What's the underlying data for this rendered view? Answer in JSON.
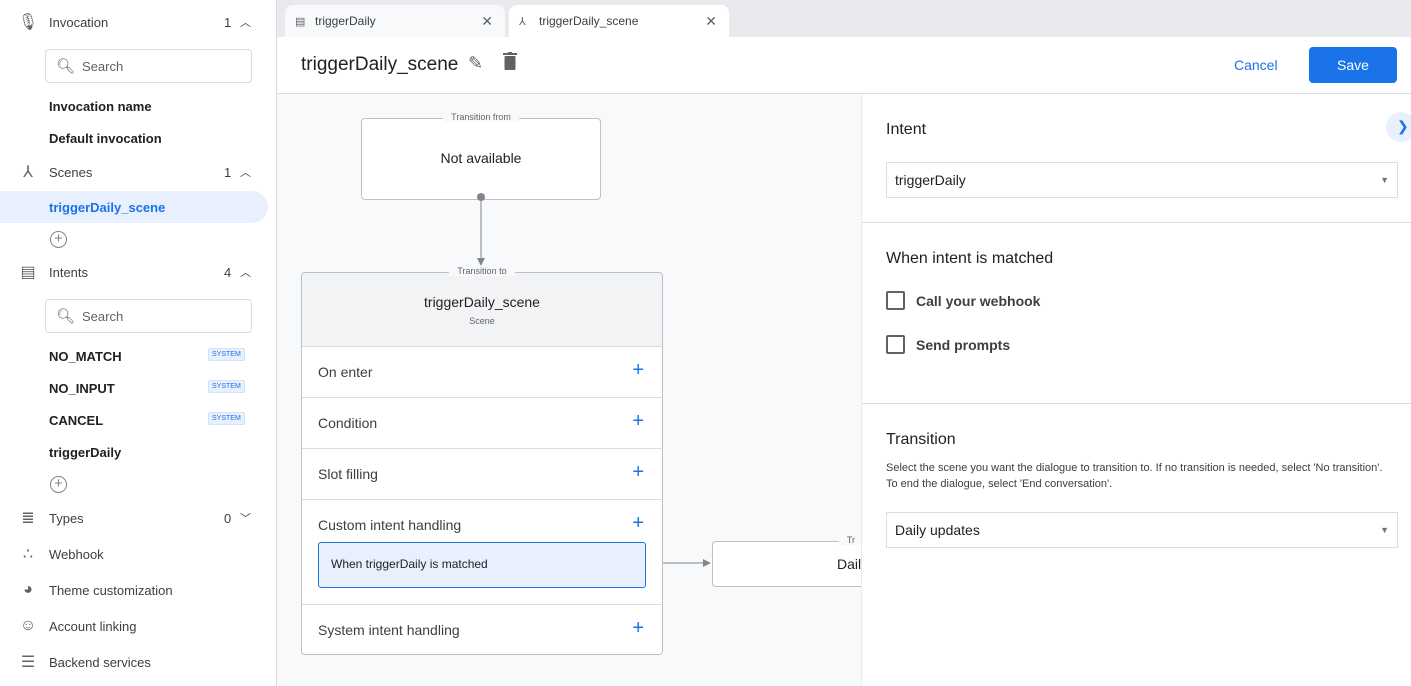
{
  "sidebar": {
    "invocation": {
      "label": "Invocation",
      "count": "1",
      "icon": "microphone-icon",
      "search_placeholder": "Search",
      "items": [
        "Invocation name",
        "Default invocation"
      ]
    },
    "scenes": {
      "label": "Scenes",
      "count": "1",
      "icon": "merge-icon",
      "items": [
        "triggerDaily_scene"
      ],
      "selected": "triggerDaily_scene"
    },
    "intents": {
      "label": "Intents",
      "count": "4",
      "icon": "list-icon",
      "search_placeholder": "Search",
      "items": [
        {
          "label": "NO_MATCH",
          "badge": "SYSTEM"
        },
        {
          "label": "NO_INPUT",
          "badge": "SYSTEM"
        },
        {
          "label": "CANCEL",
          "badge": "SYSTEM"
        },
        {
          "label": "triggerDaily"
        }
      ]
    },
    "types": {
      "label": "Types",
      "count": "0"
    },
    "links": [
      "Webhook",
      "Theme customization",
      "Account linking",
      "Backend services"
    ]
  },
  "tabs": [
    {
      "label": "triggerDaily",
      "icon": "list-icon"
    },
    {
      "label": "triggerDaily_scene",
      "icon": "merge-icon",
      "active": true
    }
  ],
  "header": {
    "title": "triggerDaily_scene",
    "cancel": "Cancel",
    "save": "Save"
  },
  "canvas": {
    "from": {
      "legend": "Transition from",
      "value": "Not available"
    },
    "to": {
      "legend": "Transition to",
      "name": "triggerDaily_scene",
      "type": "Scene"
    },
    "rows": [
      "On enter",
      "Condition",
      "Slot filling",
      "Custom intent handling",
      "System intent handling"
    ],
    "handler": "When triggerDaily is matched",
    "target": {
      "legend": "Tr",
      "value": "Dail"
    }
  },
  "panel": {
    "intent_label": "Intent",
    "intent_value": "triggerDaily",
    "matched_label": "When intent is matched",
    "checkboxes": [
      {
        "label": "Call your webhook",
        "checked": false
      },
      {
        "label": "Send prompts",
        "checked": false
      }
    ],
    "transition_label": "Transition",
    "transition_desc": "Select the scene you want the dialogue to transition to. If no transition is needed, select 'No transition'. To end the dialogue, select 'End conversation'.",
    "transition_value": "Daily updates"
  },
  "colors": {
    "accent": "#1a73e8",
    "selected_bg": "#e8f0fe"
  }
}
